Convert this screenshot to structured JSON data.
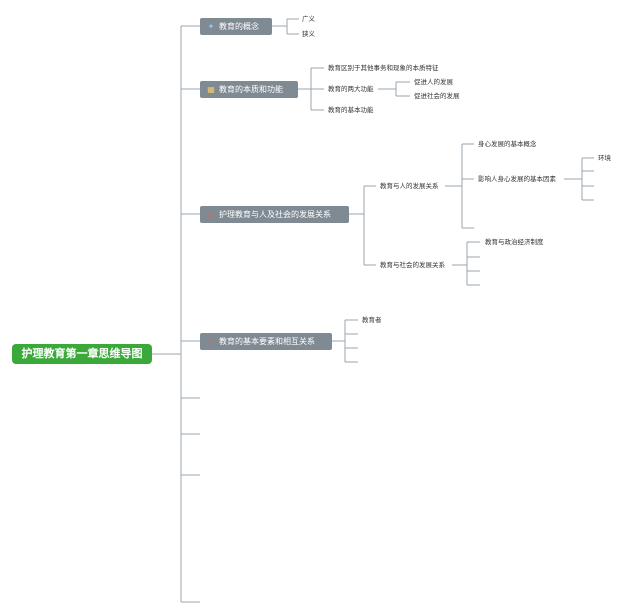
{
  "root": {
    "label": "护理教育第一章思维导图"
  },
  "topics": [
    {
      "label": "教育的概念",
      "icon": "star-icon",
      "children": [
        {
          "label": "广义"
        },
        {
          "label": "狭义"
        }
      ]
    },
    {
      "label": "教育的本质和功能",
      "icon": "grid-icon",
      "children": [
        {
          "label": "教育区别于其他事务和现象的本质特征"
        },
        {
          "label": "教育的两大功能",
          "children": [
            {
              "label": "促进人的发展"
            },
            {
              "label": "促进社会的发展"
            }
          ]
        },
        {
          "label": "教育的基本功能"
        }
      ]
    },
    {
      "label": "护理教育与人及社会的发展关系",
      "icon": "fire-icon",
      "children": [
        {
          "label": "教育与人的发展关系",
          "children": [
            {
              "label": "身心发展的基本概念"
            },
            {
              "label": "影响人身心发展的基本因素",
              "children": [
                {
                  "label": "环境"
                }
              ]
            }
          ]
        },
        {
          "label": "教育与社会的发展关系",
          "children": [
            {
              "label": "教育与政治经济制度"
            }
          ]
        }
      ]
    },
    {
      "label": "教育的基本要素和相互关系",
      "icon": "fire-icon",
      "children": [
        {
          "label": "教育者"
        }
      ]
    }
  ]
}
